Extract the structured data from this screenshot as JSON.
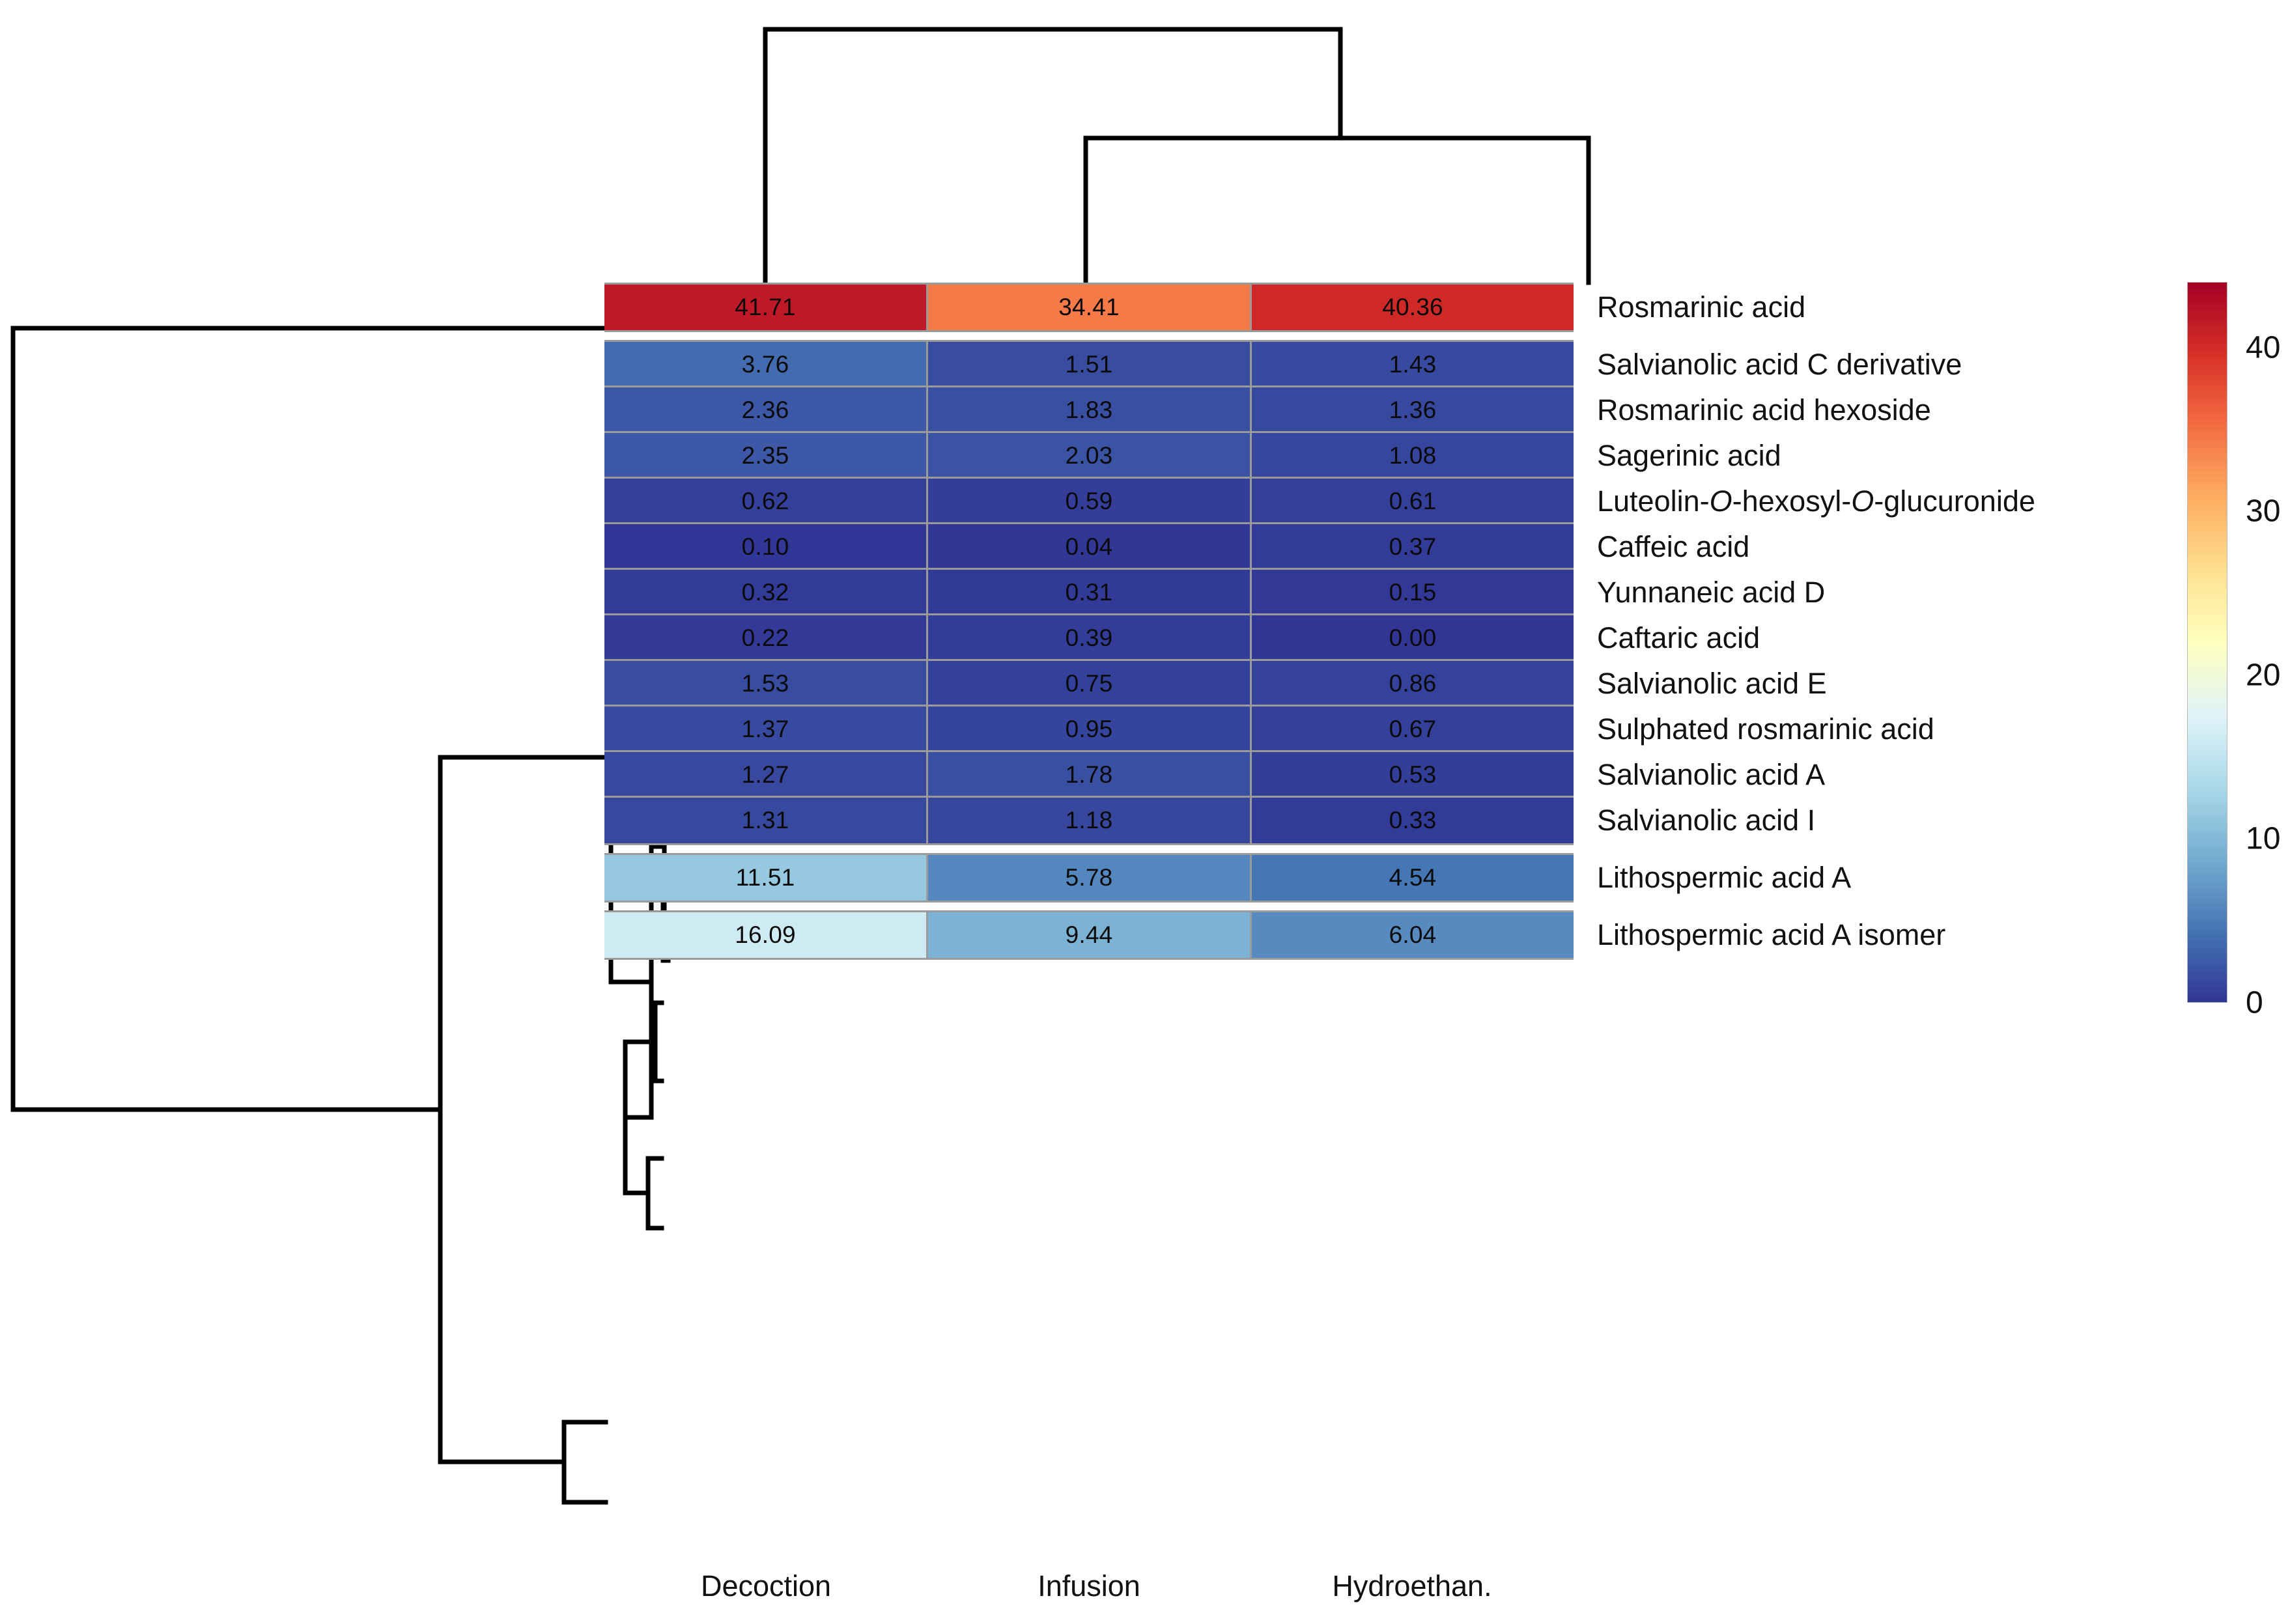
{
  "chart_data": {
    "type": "heatmap",
    "title": "",
    "categories": [
      "Decoction",
      "Infusion",
      "Hydroethan."
    ],
    "rows": [
      "Rosmarinic acid",
      "Salvianolic acid C derivative",
      "Rosmarinic acid hexoside",
      "Sagerinic acid",
      "Luteolin-O-hexosyl-O-glucuronide",
      "Caffeic acid",
      "Yunnaneic acid D",
      "Caftaric acid",
      "Salvianolic acid E",
      "Sulphated rosmarinic acid",
      "Salvianolic acid A",
      "Salvianolic acid I",
      "Lithospermic acid A",
      "Lithospermic acid A isomer"
    ],
    "values": [
      [
        41.71,
        34.41,
        40.36
      ],
      [
        3.76,
        1.51,
        1.43
      ],
      [
        2.36,
        1.83,
        1.36
      ],
      [
        2.35,
        2.03,
        1.08
      ],
      [
        0.62,
        0.59,
        0.61
      ],
      [
        0.1,
        0.04,
        0.37
      ],
      [
        0.32,
        0.31,
        0.15
      ],
      [
        0.22,
        0.39,
        0.0
      ],
      [
        1.53,
        0.75,
        0.86
      ],
      [
        1.37,
        0.95,
        0.67
      ],
      [
        1.27,
        1.78,
        0.53
      ],
      [
        1.31,
        1.18,
        0.33
      ],
      [
        11.51,
        5.78,
        4.54
      ],
      [
        16.09,
        9.44,
        6.04
      ]
    ],
    "annotations_format": "2 decimal places",
    "colorbar": {
      "ticks": [
        40,
        30,
        20,
        10,
        0
      ],
      "vmin": 0,
      "vmax": 44,
      "colormap": "RdYlBu_r",
      "position": "right"
    },
    "xlabel": "",
    "ylabel": "",
    "grid": false,
    "legend": "colorbar-right",
    "row_dendrogram": true,
    "column_dendrogram": true
  },
  "cell_colors_note": "RdYlBu reversed, value 0 -> blue, 44 -> red",
  "colors": {
    "cell_border": "#9a9a9a",
    "dendrogram_line": "#000000",
    "text": "#111111",
    "background": "#ffffff"
  },
  "italic_tokens": [
    "O"
  ]
}
